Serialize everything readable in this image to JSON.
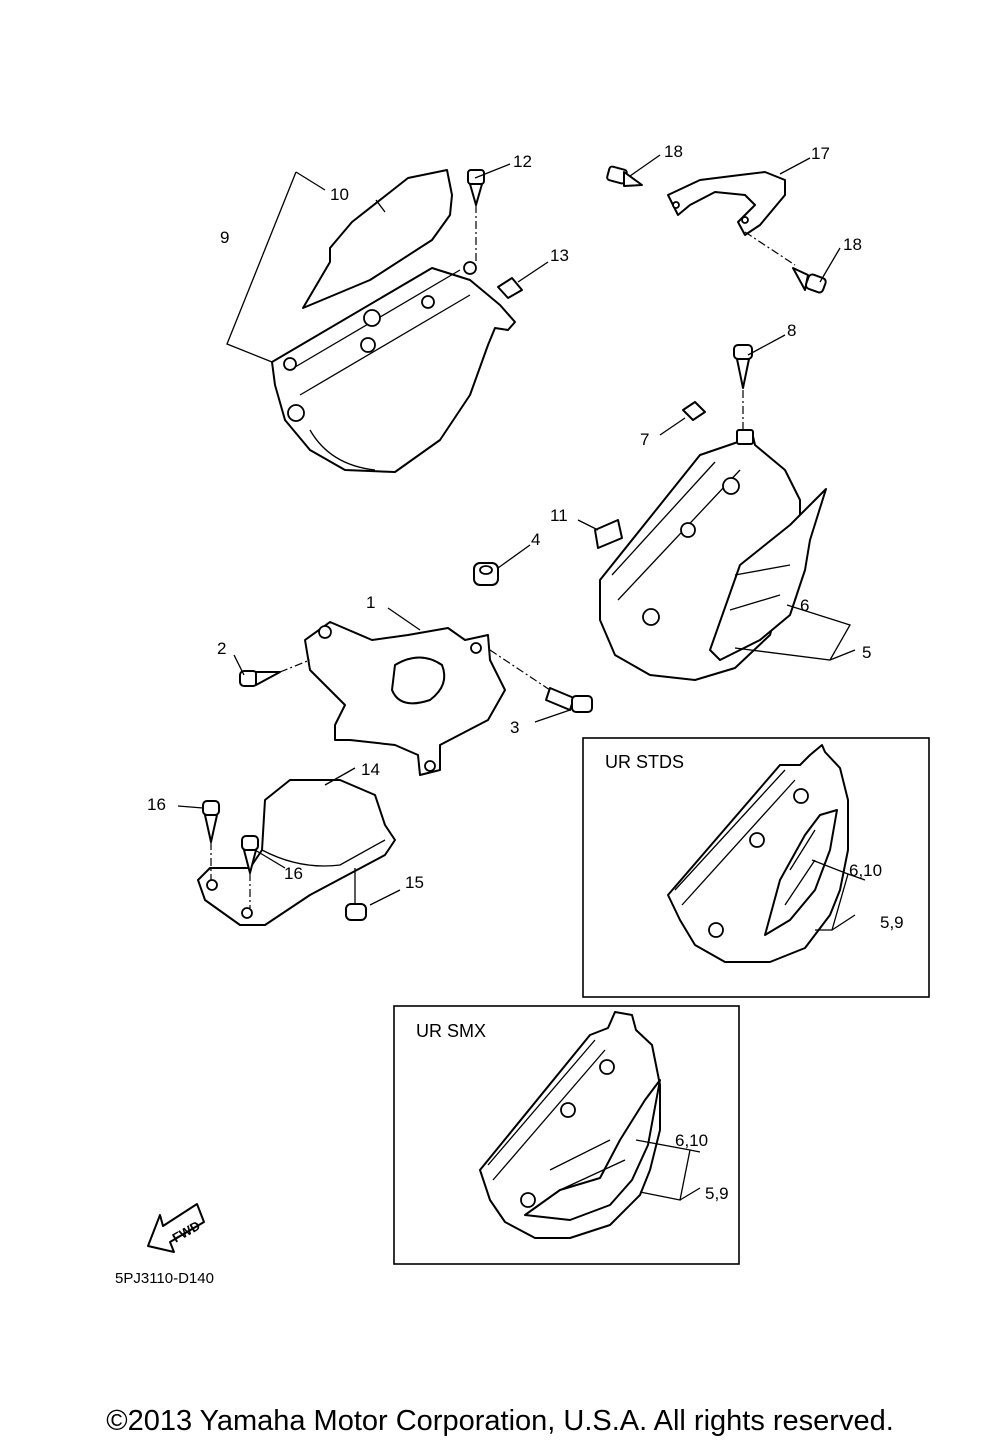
{
  "callouts": {
    "c1": "1",
    "c2": "2",
    "c3": "3",
    "c4": "4",
    "c5": "5",
    "c6": "6",
    "c7": "7",
    "c8": "8",
    "c9": "9",
    "c10": "10",
    "c11": "11",
    "c12": "12",
    "c13": "13",
    "c14": "14",
    "c15": "15",
    "c16a": "16",
    "c16b": "16",
    "c17": "17",
    "c18a": "18",
    "c18b": "18"
  },
  "insets": {
    "stds": {
      "label": "UR STDS",
      "callout_a": "6,10",
      "callout_b": "5,9"
    },
    "smx": {
      "label": "UR SMX",
      "callout_a": "6,10",
      "callout_b": "5,9"
    }
  },
  "fwd_label": "FWD",
  "diagram_code": "5PJ3110-D140",
  "copyright": "©2013 Yamaha Motor Corporation, U.S.A. All rights reserved."
}
